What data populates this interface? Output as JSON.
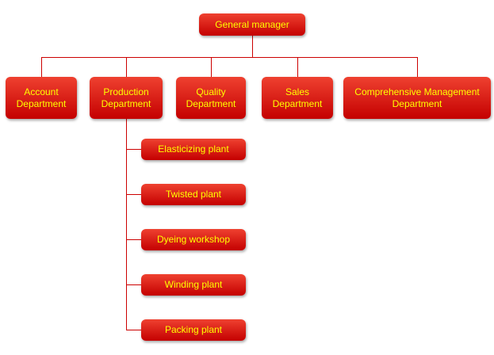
{
  "root": {
    "label": "General manager"
  },
  "departments": [
    {
      "label": "Account Department"
    },
    {
      "label": "Production Department"
    },
    {
      "label": "Quality Department"
    },
    {
      "label": "Sales Department"
    },
    {
      "label": "Comprehensive Management Department"
    }
  ],
  "production_children": [
    {
      "label": "Elasticizing plant"
    },
    {
      "label": "Twisted plant"
    },
    {
      "label": "Dyeing workshop"
    },
    {
      "label": "Winding plant"
    },
    {
      "label": "Packing plant"
    }
  ],
  "colors": {
    "box_top": "#ef4130",
    "box_bottom": "#c40000",
    "text": "#ffff00",
    "line": "#cc0000",
    "background": "#ffffff"
  }
}
